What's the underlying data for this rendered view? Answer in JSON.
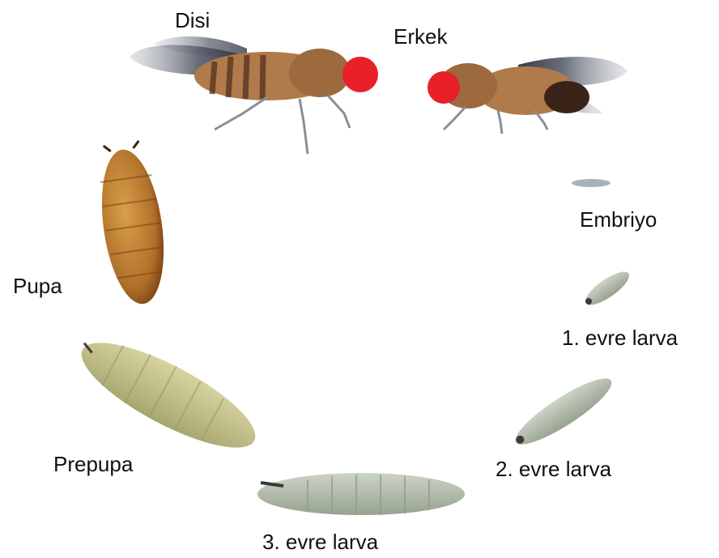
{
  "stages": {
    "female": "Disi",
    "male": "Erkek",
    "embryo": "Embriyo",
    "larva1": "1. evre larva",
    "larva2": "2. evre larva",
    "larva3": "3. evre larva",
    "prepupa": "Prepupa",
    "pupa": "Pupa"
  },
  "colors": {
    "eye": "#e8202a",
    "fly_body": "#b07a4a",
    "fly_stripe": "#5a3520",
    "wing": "#6c7280",
    "pupa": "#b8782a",
    "pupa_dark": "#7a3f10",
    "prepupa": "#c8c488",
    "larva": "#b6c0ae",
    "embryo": "#a9b2b8",
    "text": "#111111"
  }
}
